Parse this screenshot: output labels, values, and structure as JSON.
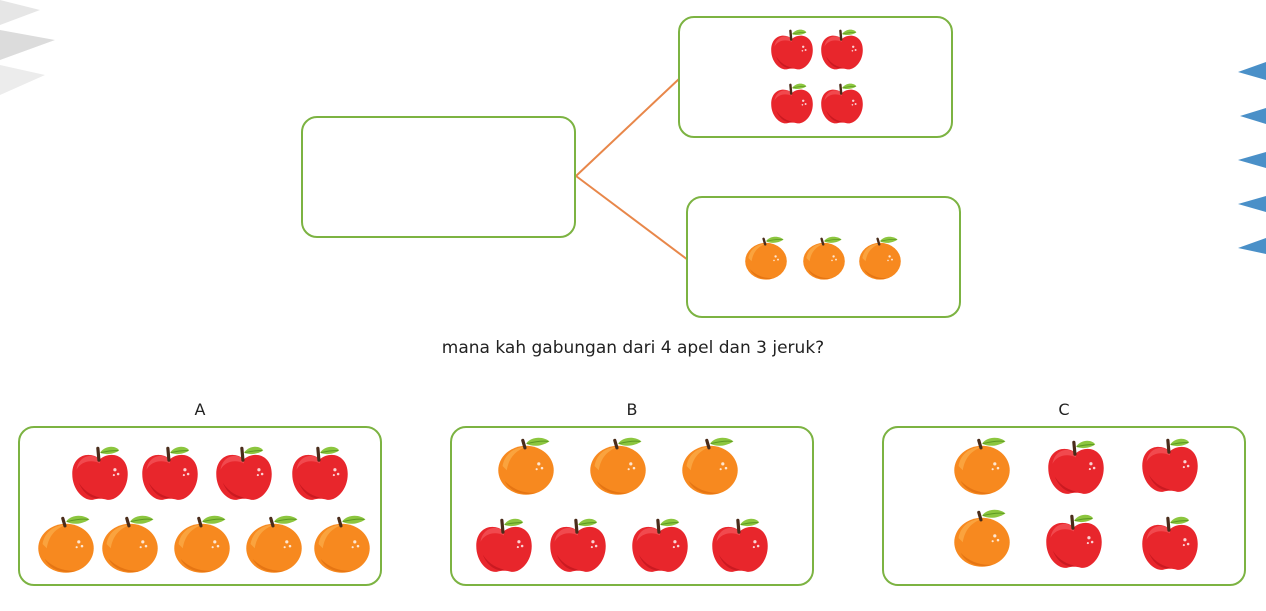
{
  "question": "mana kah gabungan dari 4 apel dan 3 jeruk?",
  "colors": {
    "box_border": "#7cb342",
    "connector": "#e8874a",
    "apple": "#e8262c",
    "orange": "#f7891f",
    "leaf": "#8cc63f"
  },
  "top_group": {
    "sum_box_value": "",
    "apples_box": {
      "apple_count": 4
    },
    "oranges_box": {
      "orange_count": 3
    }
  },
  "options": [
    {
      "label": "A",
      "rows": [
        [
          "apple",
          "apple",
          "apple",
          "apple"
        ],
        [
          "orange",
          "orange",
          "orange",
          "orange",
          "orange"
        ]
      ]
    },
    {
      "label": "B",
      "rows": [
        [
          "orange",
          "orange",
          "orange"
        ],
        [
          "apple",
          "apple",
          "apple",
          "apple"
        ]
      ]
    },
    {
      "label": "C",
      "rows": [
        [
          "orange",
          "apple",
          "apple"
        ],
        [
          "orange",
          "apple",
          "apple"
        ]
      ]
    }
  ]
}
